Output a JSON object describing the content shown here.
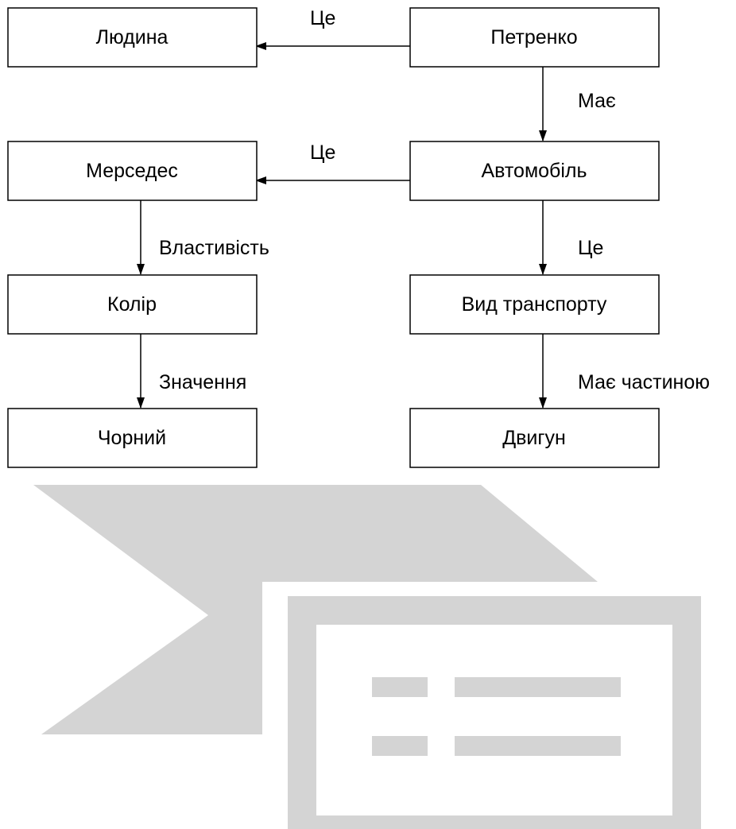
{
  "nodes": {
    "lyudyna": "Людина",
    "petrenko": "Петренко",
    "mersedes": "Мерседес",
    "avtomobil": "Автомобіль",
    "kolir": "Колір",
    "vyd_transportu": "Вид транспорту",
    "chornyi": "Чорний",
    "dvyhun": "Двигун"
  },
  "edges": {
    "petrenko_to_lyudyna": "Це",
    "petrenko_to_avtomobil": "Має",
    "avtomobil_to_mersedes": "Це",
    "avtomobil_to_vyd_transportu": "Це",
    "mersedes_to_kolir": "Властивість",
    "kolir_to_chornyi": "Значення",
    "vyd_transportu_to_dvyhun": "Має частиною"
  },
  "colors": {
    "box_stroke": "#000000",
    "text": "#000000",
    "watermark": "#d4d4d4"
  },
  "watermark_icon": "document-arrow-icon"
}
